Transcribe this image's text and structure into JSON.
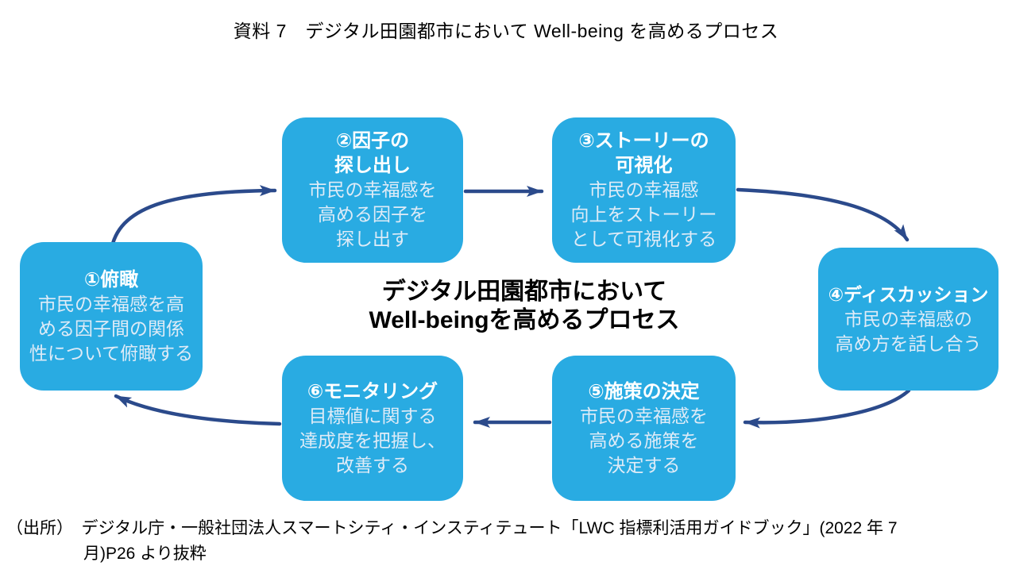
{
  "figure_title": "資料 7　デジタル田園都市において Well-being を高めるプロセス",
  "center_label": {
    "line1": "デジタル田園都市において",
    "line2": "Well-beingを高めるプロセス"
  },
  "steps": [
    {
      "title_lines": [
        "①俯瞰"
      ],
      "body_lines": [
        "市民の幸福感を高",
        "める因子間の関係",
        "性について俯瞰する"
      ]
    },
    {
      "title_lines": [
        "②因子の",
        "探し出し"
      ],
      "body_lines": [
        "市民の幸福感を",
        "高める因子を",
        "探し出す"
      ]
    },
    {
      "title_lines": [
        "③ストーリーの",
        "可視化"
      ],
      "body_lines": [
        "市民の幸福感",
        "向上をストーリー",
        "として可視化する"
      ]
    },
    {
      "title_lines": [
        "④ディスカッション"
      ],
      "body_lines": [
        "市民の幸福感の",
        "高め方を話し合う"
      ]
    },
    {
      "title_lines": [
        "⑤施策の決定"
      ],
      "body_lines": [
        "市民の幸福感を",
        "高める施策を",
        "決定する"
      ]
    },
    {
      "title_lines": [
        "⑥モニタリング"
      ],
      "body_lines": [
        "目標値に関する",
        "達成度を把握し、",
        "改善する"
      ]
    }
  ],
  "source_note": {
    "line1": "（出所）　デジタル庁・一般社団法人スマートシティ・インスティテュート「LWC 指標利活用ガイドブック」(2022 年 7",
    "line2": "月)P26 より抜粋"
  },
  "colors": {
    "box_fill": "#29ABE2",
    "box_title_text": "#FFFFFF",
    "box_body_text": "#DEEBF7",
    "arrow": "#2B4A8B",
    "text": "#000000"
  }
}
